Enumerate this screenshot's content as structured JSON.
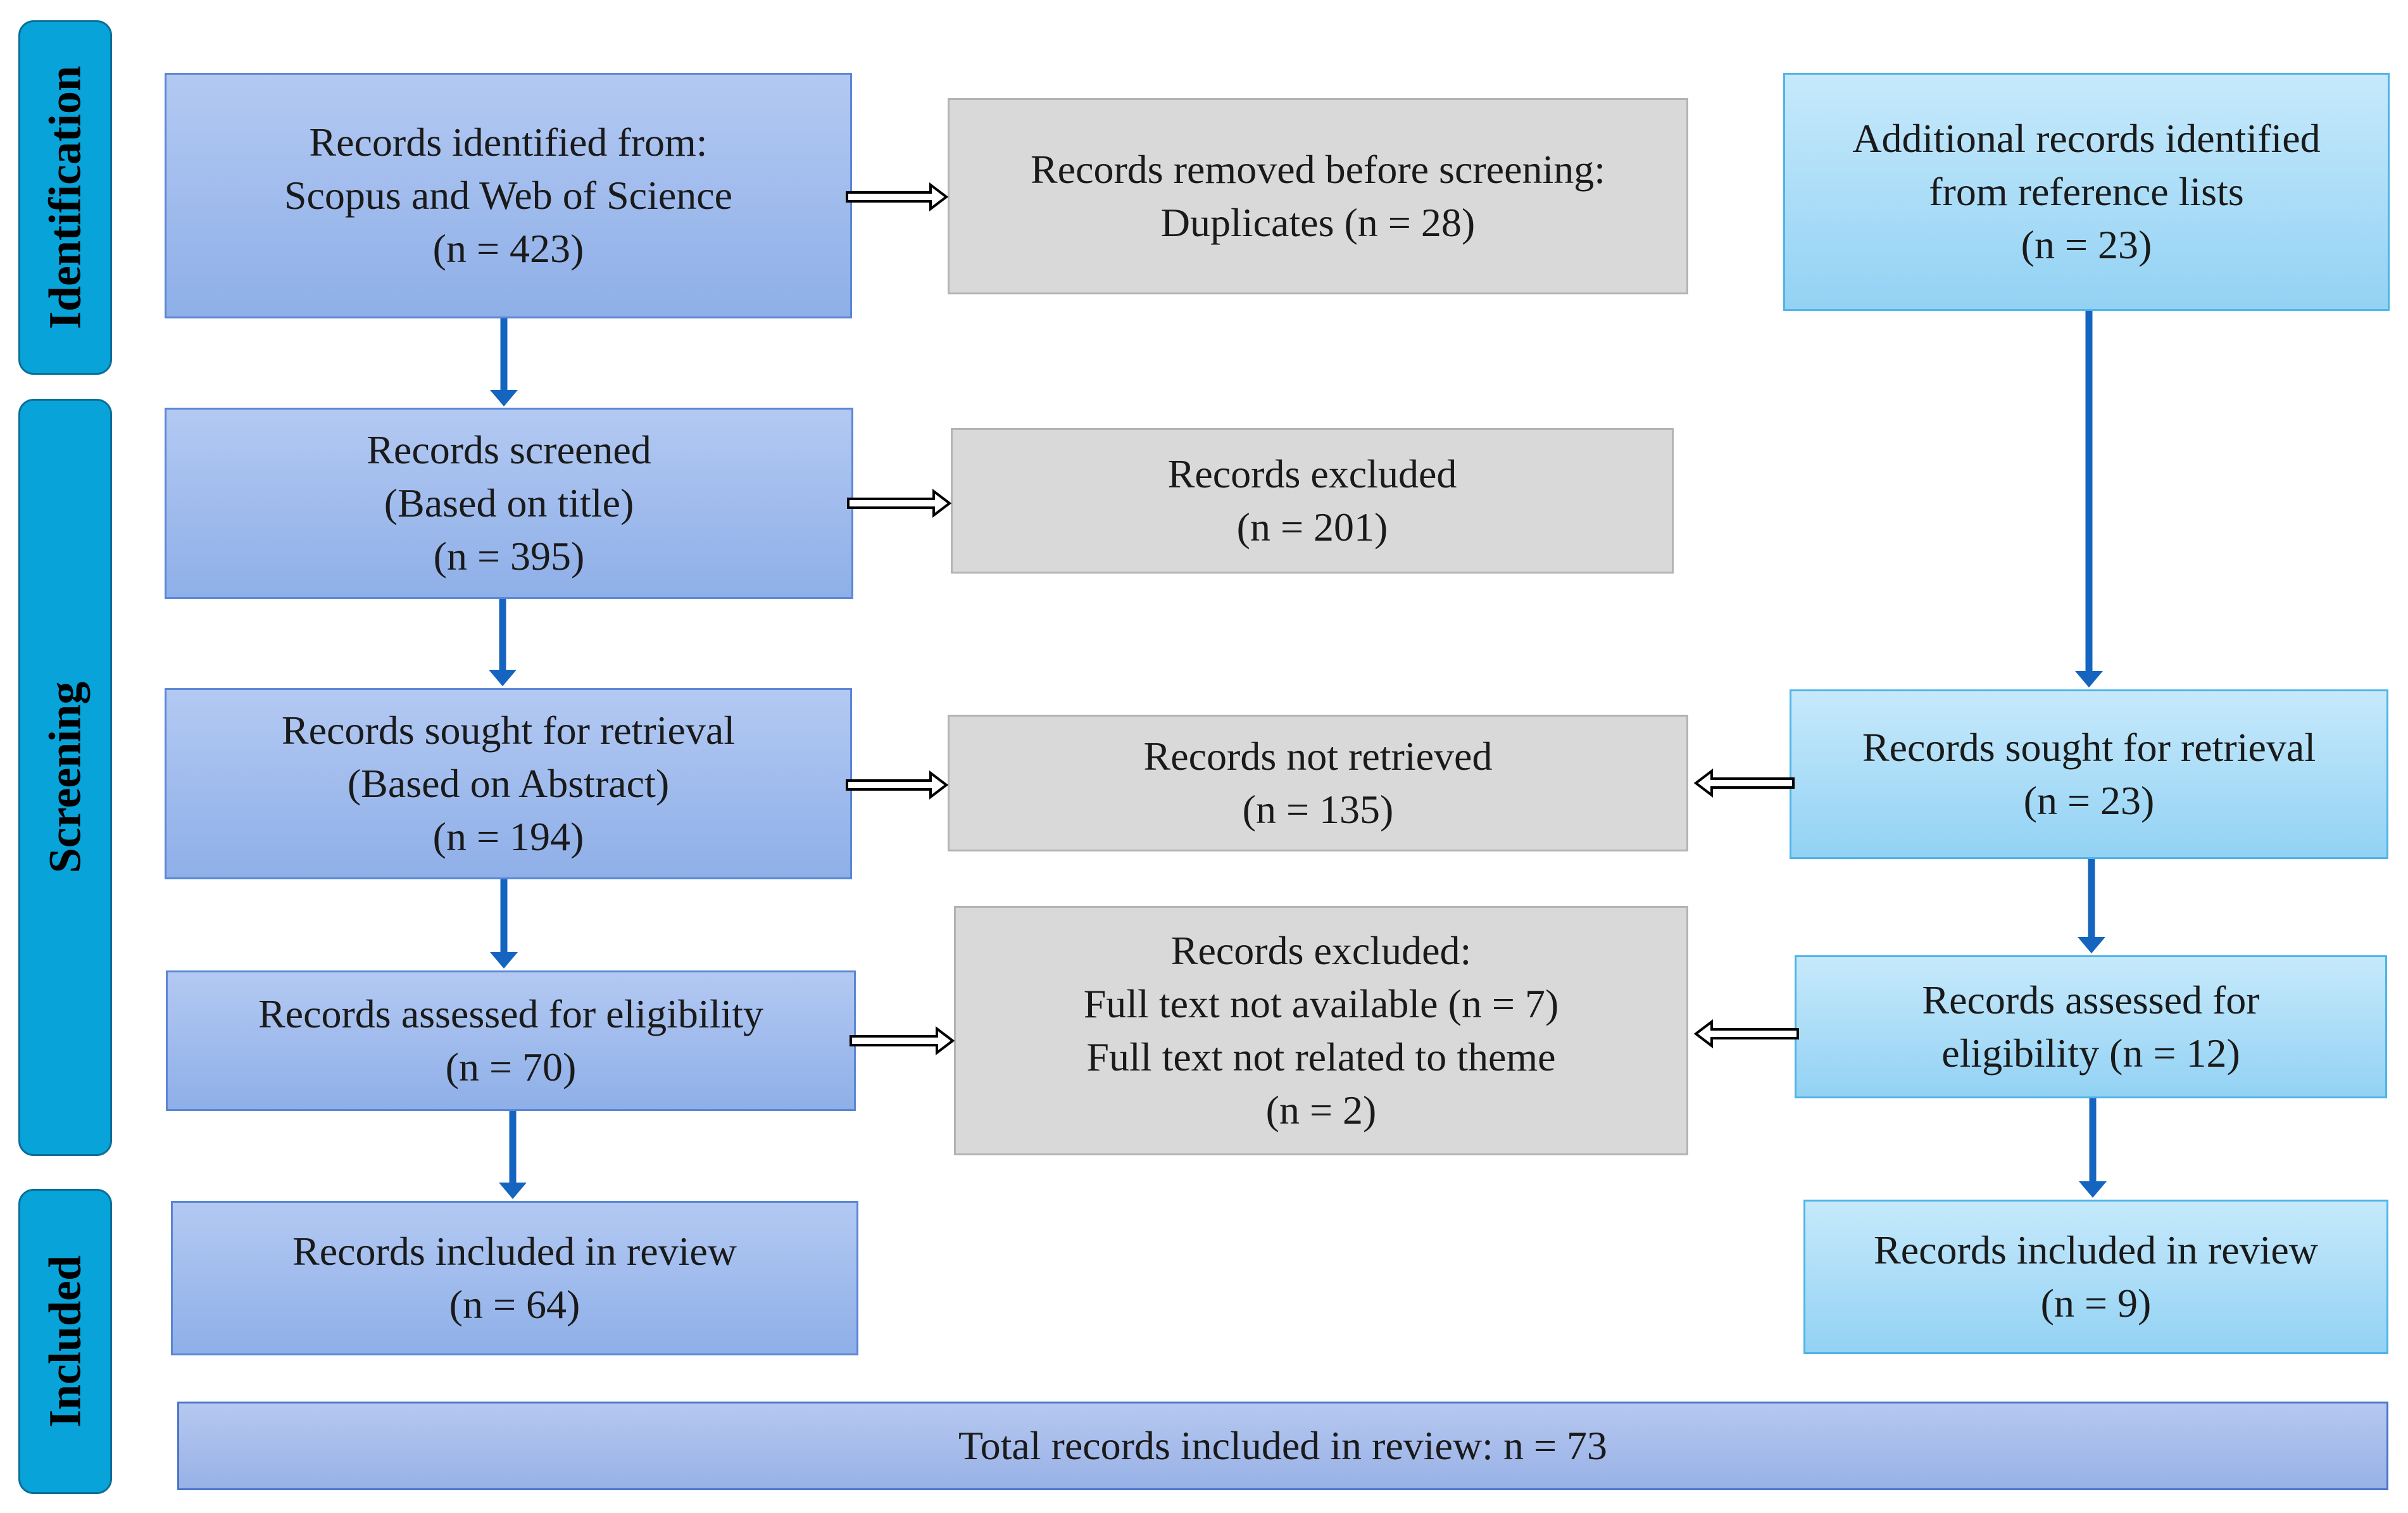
{
  "colors": {
    "phase_fill": "#08a3d8",
    "main_box": "#a3bdee",
    "excluded_box": "#d9d9d9",
    "side_box": "#b0dff8",
    "arrow_blue": "#1565c0"
  },
  "phases": {
    "identification": "Identification",
    "screening": "Screening",
    "included": "Included"
  },
  "main": {
    "identified": {
      "line1": "Records identified from:",
      "line2": "Scopus and Web of Science",
      "line3": "(n = 423)"
    },
    "screened": {
      "line1": "Records screened",
      "line2": "(Based on title)",
      "line3": "(n = 395)"
    },
    "sought": {
      "line1": "Records sought for retrieval",
      "line2": "(Based on Abstract)",
      "line3": "(n = 194)"
    },
    "assessed": {
      "line1": "Records assessed for eligibility",
      "line2": "(n = 70)"
    },
    "included": {
      "line1": "Records included in review",
      "line2": "(n = 64)"
    }
  },
  "middle": {
    "removed": {
      "line1": "Records removed before screening:",
      "line2": "Duplicates (n = 28)"
    },
    "excluded": {
      "line1": "Records excluded",
      "line2": "(n = 201)"
    },
    "not_retrieved": {
      "line1": "Records not retrieved",
      "line2": "(n = 135)"
    },
    "excluded_full": {
      "line1": "Records excluded:",
      "line2": "Full text not available (n = 7)",
      "line3": "Full text not related to theme",
      "line4": "(n = 2)"
    }
  },
  "side": {
    "additional": {
      "line1": "Additional records identified",
      "line2": "from reference lists",
      "line3": "(n = 23)"
    },
    "sought": {
      "line1": "Records sought for retrieval",
      "line2": "(n = 23)"
    },
    "assessed": {
      "line1": "Records assessed for",
      "line2": "eligibility (n = 12)"
    },
    "included": {
      "line1": "Records included in review",
      "line2": "(n = 9)"
    }
  },
  "total": {
    "label": "Total records included in review: n = 73"
  }
}
